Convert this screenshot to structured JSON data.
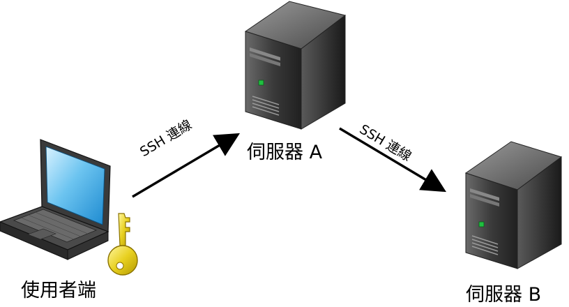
{
  "nodes": {
    "client": {
      "label": "使用者端",
      "icon": "laptop-with-key-icon"
    },
    "server_a": {
      "label": "伺服器 A",
      "icon": "server-tower-icon"
    },
    "server_b": {
      "label": "伺服器 B",
      "icon": "server-tower-icon"
    }
  },
  "edges": [
    {
      "from": "client",
      "to": "server_a",
      "label": "SSH 連線"
    },
    {
      "from": "server_a",
      "to": "server_b",
      "label": "SSH 連線"
    }
  ],
  "colors": {
    "arrow": "#000000",
    "key": "#e8d020",
    "screen": "#2fa0e0",
    "server_led": "#20c040"
  }
}
